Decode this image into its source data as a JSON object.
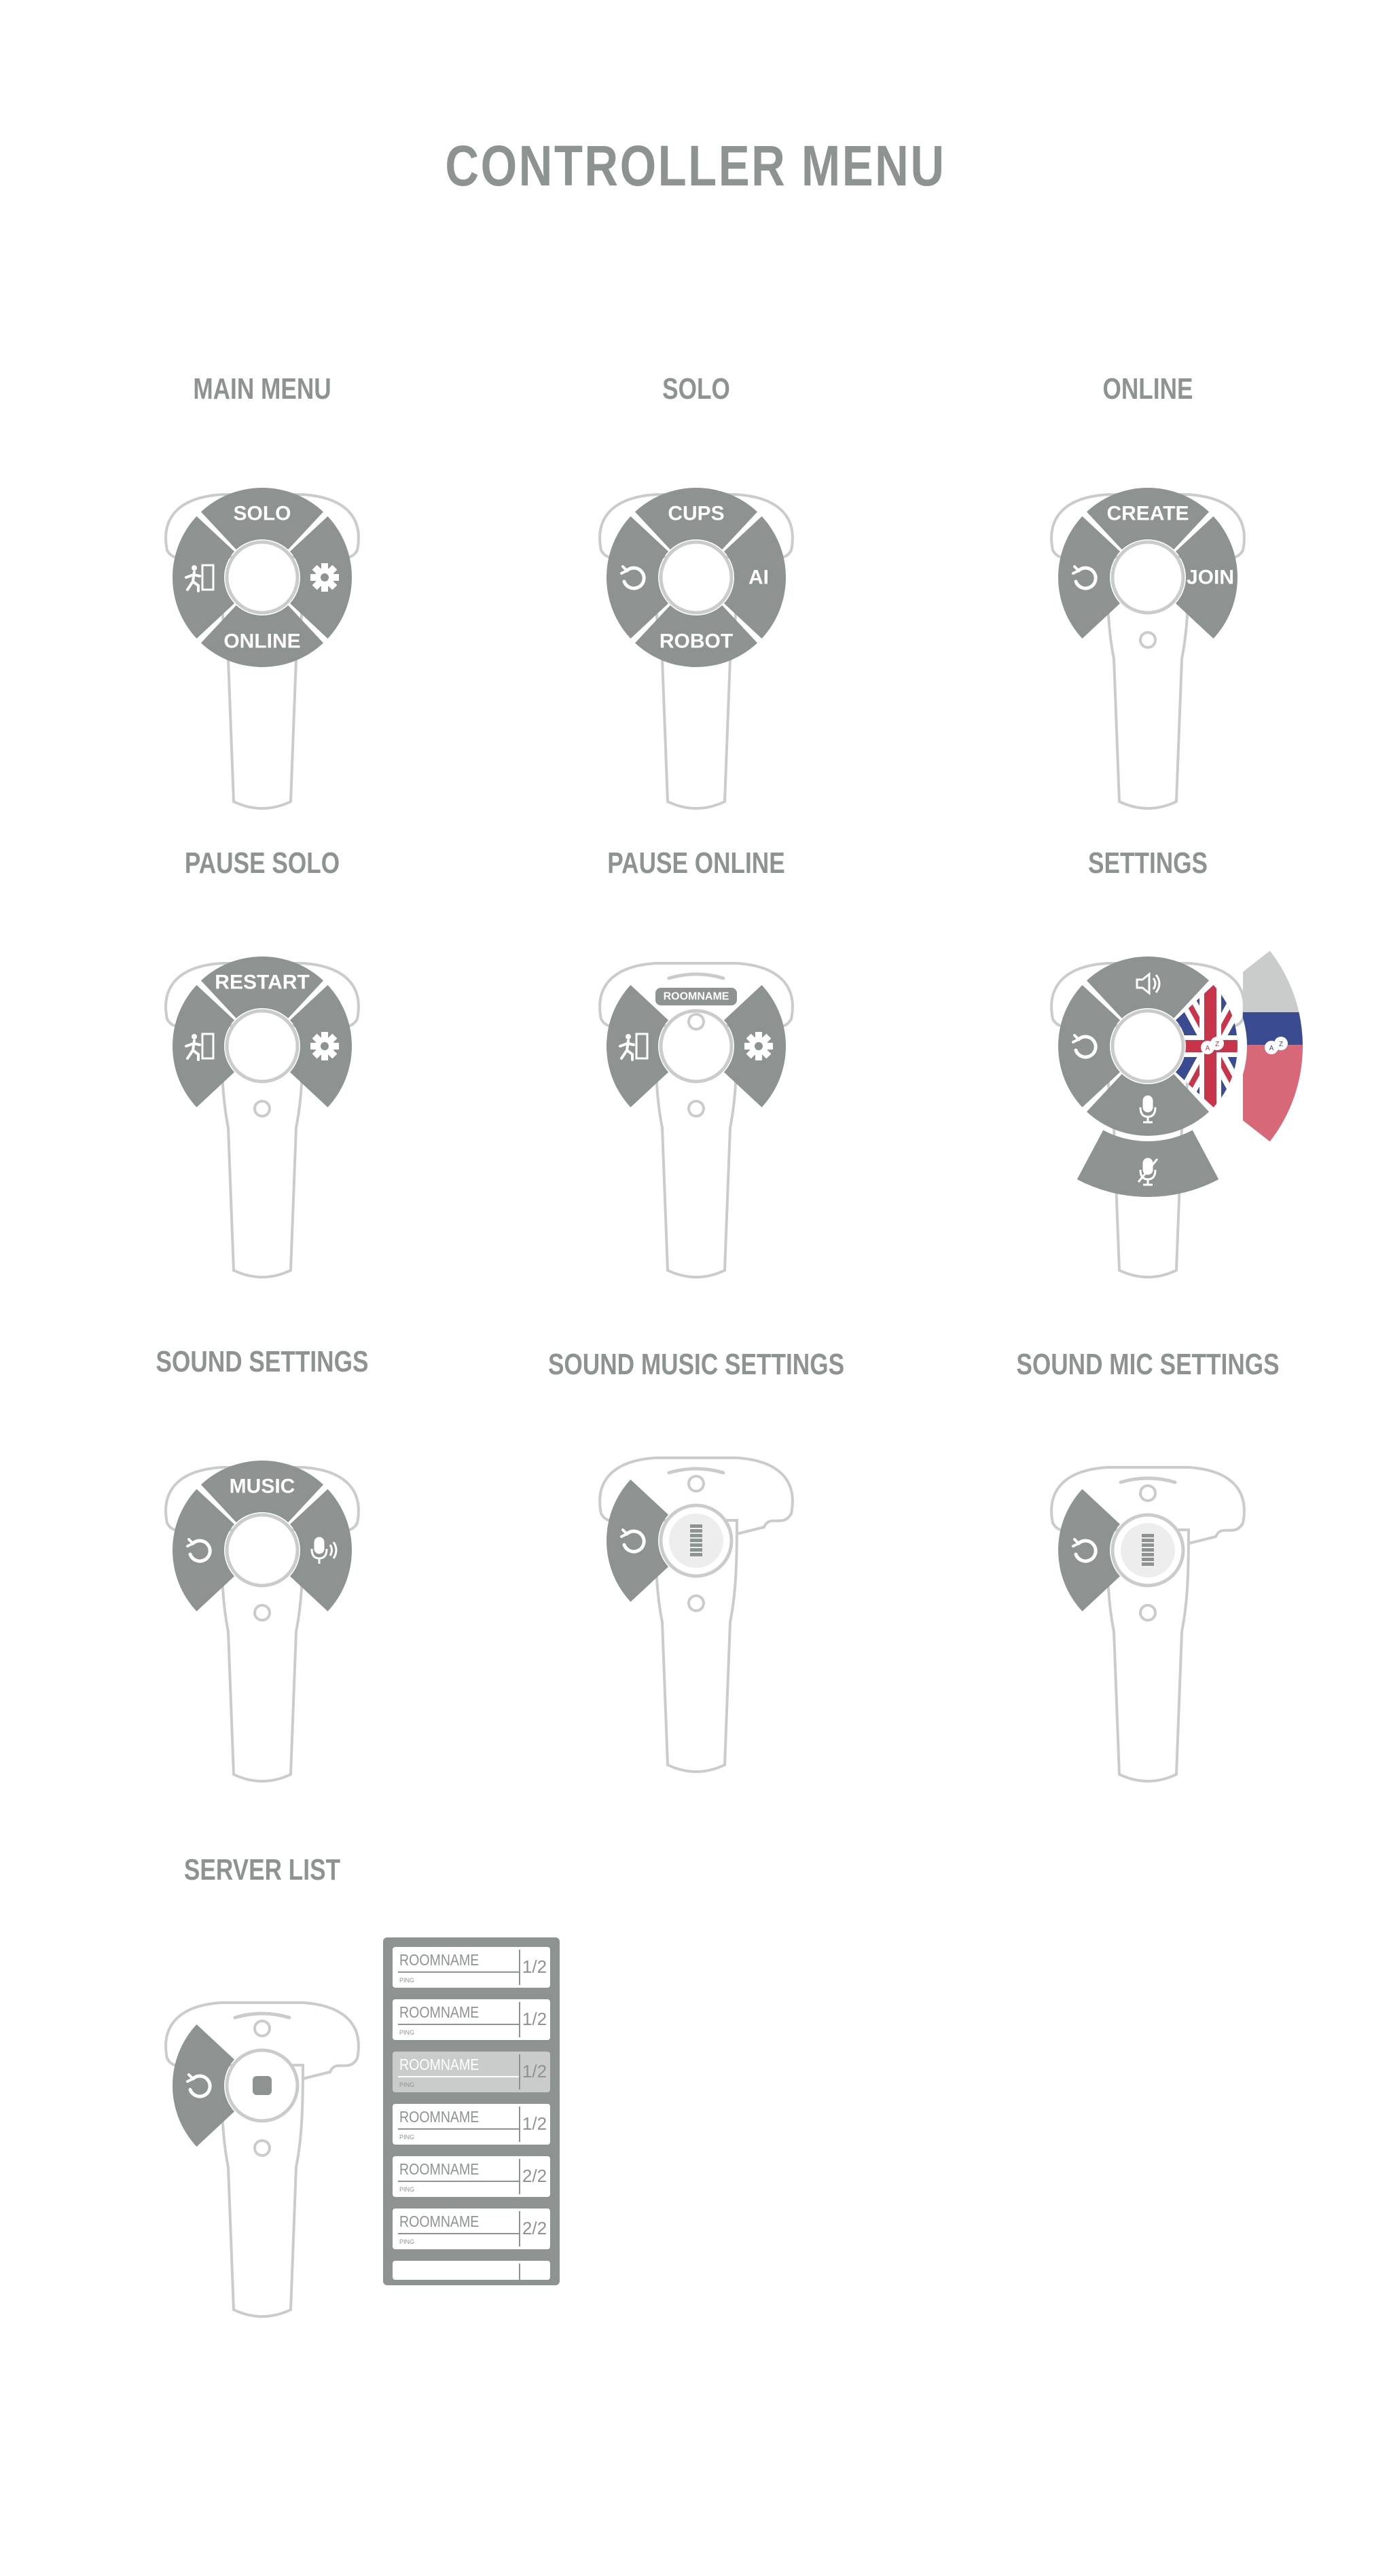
{
  "title": "CONTROLLER MENU",
  "colors": {
    "button": "#8d9390",
    "outline": "#c9cccb",
    "background": "#ffffff",
    "flag_red": "#c8354a",
    "flag_blue": "#3a4c8f"
  },
  "controllers": [
    {
      "label": "MAIN MENU",
      "style": "full",
      "top": "SOLO",
      "bottom": "ONLINE",
      "left_icon": "exit-icon",
      "right_icon": "gear-icon"
    },
    {
      "label": "SOLO",
      "style": "full",
      "top": "CUPS",
      "bottom": "ROBOT",
      "left_icon": "back-icon",
      "right": "AI"
    },
    {
      "label": "ONLINE",
      "style": "top-sides",
      "top": "CREATE",
      "left_icon": "back-icon",
      "right": "JOIN"
    },
    {
      "label": "PAUSE SOLO",
      "style": "top-sides",
      "top": "RESTART",
      "left_icon": "exit-icon",
      "right_icon": "gear-icon"
    },
    {
      "label": "PAUSE ONLINE",
      "style": "sides",
      "badge": "ROOMNAME",
      "left_icon": "exit-icon",
      "right_icon": "gear-icon"
    },
    {
      "label": "SETTINGS",
      "style": "settings",
      "top_icon": "speaker-icon",
      "bottom_icon": "microphone-icon",
      "extra_bottom_icon": "microphone-muted-icon",
      "left_icon": "back-icon",
      "right_icon": "uk-flag-icon",
      "extra_right_icon": "russia-flag-icon"
    },
    {
      "label": "SOUND SETTINGS",
      "style": "top-sides",
      "top": "MUSIC",
      "left_icon": "back-icon",
      "right_icon": "microphone-sound-icon"
    },
    {
      "label": "SOUND MUSIC SETTINGS",
      "style": "left-slider",
      "left_icon": "back-icon",
      "center_icon": "volume-slider-icon"
    },
    {
      "label": "SOUND MIC SETTINGS",
      "style": "left-slider",
      "left_icon": "back-icon",
      "center_icon": "volume-slider-icon"
    },
    {
      "label": "SERVER LIST",
      "style": "left-stop",
      "left_icon": "back-icon",
      "center_icon": "stop-icon"
    }
  ],
  "server_list": {
    "rows": [
      {
        "name": "ROOMNAME",
        "ping": "PING",
        "count": "1/2",
        "selected": false
      },
      {
        "name": "ROOMNAME",
        "ping": "PING",
        "count": "1/2",
        "selected": false
      },
      {
        "name": "ROOMNAME",
        "ping": "PING",
        "count": "1/2",
        "selected": true
      },
      {
        "name": "ROOMNAME",
        "ping": "PING",
        "count": "1/2",
        "selected": false
      },
      {
        "name": "ROOMNAME",
        "ping": "PING",
        "count": "2/2",
        "selected": false
      },
      {
        "name": "ROOMNAME",
        "ping": "PING",
        "count": "2/2",
        "selected": false
      },
      {
        "name": "",
        "ping": "",
        "count": "",
        "selected": false
      }
    ]
  }
}
